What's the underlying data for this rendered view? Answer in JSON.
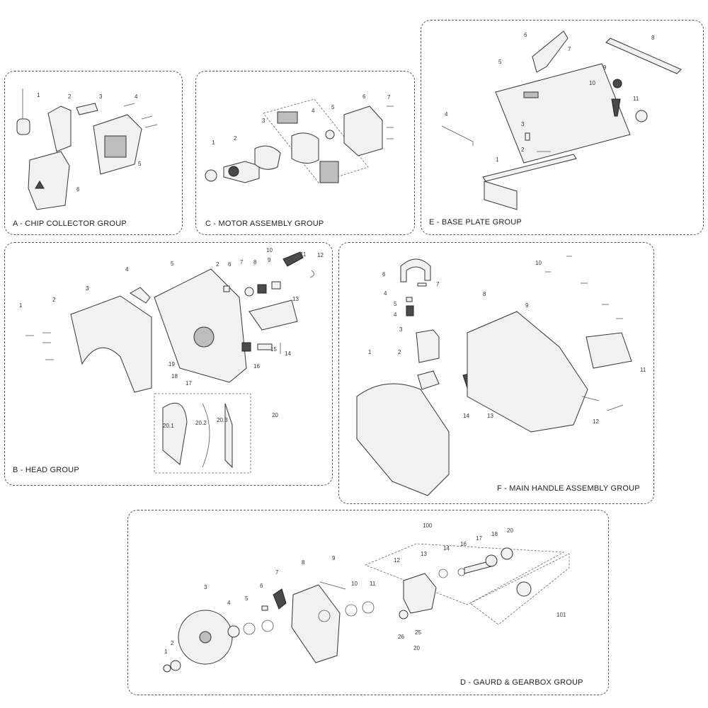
{
  "groups": {
    "a": {
      "title": "A - CHIP COLLECTOR GROUP",
      "callouts": [
        "1",
        "2",
        "3",
        "4",
        "5",
        "6"
      ]
    },
    "c": {
      "title": "C - MOTOR ASSEMBLY GROUP",
      "callouts": [
        "1",
        "2",
        "3",
        "4",
        "5",
        "6",
        "7"
      ]
    },
    "e": {
      "title": "E - BASE PLATE  GROUP",
      "callouts": [
        "1",
        "2",
        "3",
        "4",
        "5",
        "6",
        "7",
        "8",
        "9",
        "10",
        "11"
      ]
    },
    "b": {
      "title": "B - HEAD GROUP",
      "callouts": [
        "1",
        "2",
        "3",
        "4",
        "5",
        "2",
        "6",
        "7",
        "8",
        "9",
        "10",
        "11",
        "12",
        "13",
        "14",
        "15",
        "16",
        "17",
        "18",
        "19",
        "20",
        "20.1",
        "20.2",
        "20.3"
      ]
    },
    "f": {
      "title": "F - MAIN HANDLE ASSEMBLY GROUP",
      "callouts": [
        "1",
        "2",
        "3",
        "4",
        "5",
        "4",
        "6",
        "7",
        "8",
        "9",
        "10",
        "11",
        "12",
        "13",
        "14"
      ]
    },
    "d": {
      "title": "D - GAURD & GEARBOX GROUP",
      "callouts": [
        "1",
        "2",
        "3",
        "4",
        "5",
        "6",
        "7",
        "8",
        "9",
        "10",
        "11",
        "12",
        "13",
        "14",
        "16",
        "17",
        "18",
        "20",
        "100",
        "101",
        "25",
        "26",
        "20"
      ]
    }
  },
  "colors": {
    "border": "#555555",
    "ink": "#333333",
    "fill": "#f1f1f1",
    "dark": "#4a4a4a"
  }
}
